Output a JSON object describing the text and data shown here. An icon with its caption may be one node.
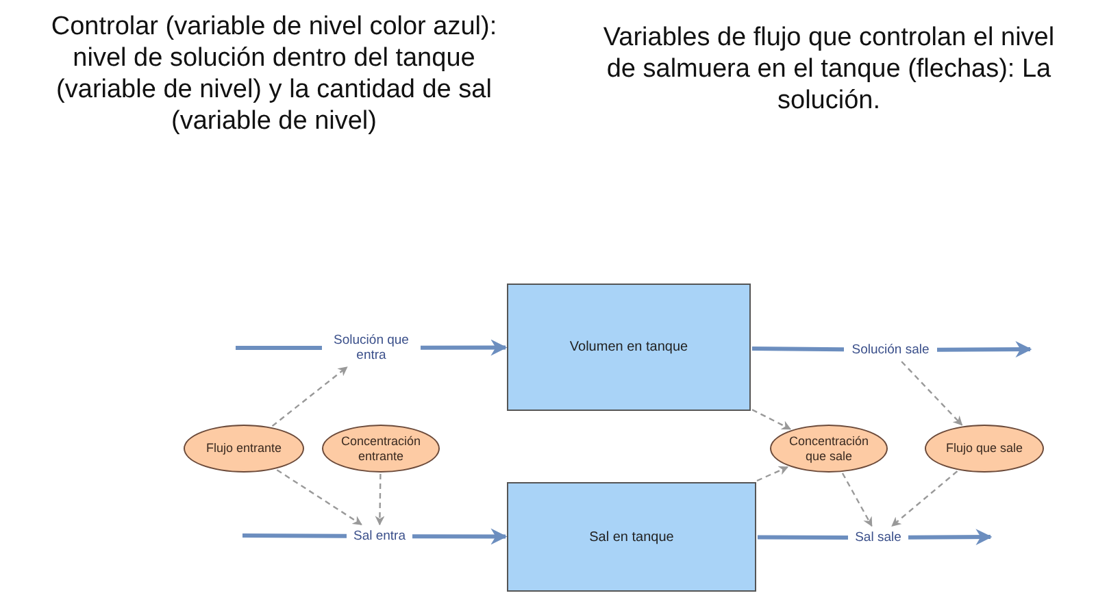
{
  "diagram": {
    "nodes": [
      {
        "text": [
          "Volumen en tanque"
        ]
      },
      {
        "text": [
          "Sal en tanque"
        ]
      },
      {
        "text": [
          "Solución que entra"
        ]
      },
      {
        "text": [
          "Sal entra"
        ]
      },
      {
        "text": [
          "Solución sale"
        ]
      },
      {
        "text": [
          "Sal sale"
        ]
      },
      {
        "text": [
          "Flujo entrante"
        ]
      },
      {
        "text": [
          "Concentración entrante"
        ]
      },
      {
        "text": [
          "Concentración que sale"
        ]
      },
      {
        "text": [
          "Flujo que sale"
        ]
      }
    ],
    "edges": [
      {
        "from": null,
        "to": 2,
        "arrow": "none",
        "style": "thick"
      },
      {
        "from": 2,
        "to": 0,
        "arrow": "to",
        "style": "thick"
      },
      {
        "from": null,
        "to": 3,
        "arrow": "none",
        "style": "thick"
      },
      {
        "from": 3,
        "to": 1,
        "arrow": "to",
        "style": "thick"
      },
      {
        "from": 0,
        "to": 4,
        "arrow": "none",
        "style": "thick"
      },
      {
        "from": 4,
        "to": null,
        "arrow": "to",
        "style": "thick"
      },
      {
        "from": 1,
        "to": 5,
        "arrow": "none",
        "style": "thick"
      },
      {
        "from": 5,
        "to": null,
        "arrow": "to",
        "style": "thick"
      },
      {
        "from": 6,
        "to": 2,
        "arrow": "to",
        "style": "dashed",
        "color": "#999999"
      },
      {
        "from": 6,
        "to": 3,
        "arrow": "to",
        "style": "dashed",
        "color": "#999999"
      },
      {
        "from": 7,
        "to": 3,
        "arrow": "to",
        "style": "dashed",
        "color": "#999999"
      },
      {
        "from": 0,
        "to": 8,
        "arrow": "to",
        "style": "dashed",
        "color": "#999999"
      },
      {
        "from": 1,
        "to": 8,
        "arrow": "to",
        "style": "dashed",
        "color": "#999999"
      },
      {
        "from": 4,
        "to": 9,
        "arrow": "to",
        "style": "dashed",
        "color": "#999999"
      },
      {
        "from": 8,
        "to": 5,
        "arrow": "to",
        "style": "dashed",
        "color": "#999999"
      },
      {
        "from": 9,
        "to": 5,
        "arrow": "to",
        "style": "dashed",
        "color": "#999999"
      }
    ],
    "labels": [
      "Controlar (variable de nivel color azul): nivel de solución dentro del tanque (variable de nivel) y la cantidad de sal (variable de nivel)",
      "Variables de flujo que controlan el nivel de salmuera en el tanque (flechas): La solución."
    ]
  }
}
